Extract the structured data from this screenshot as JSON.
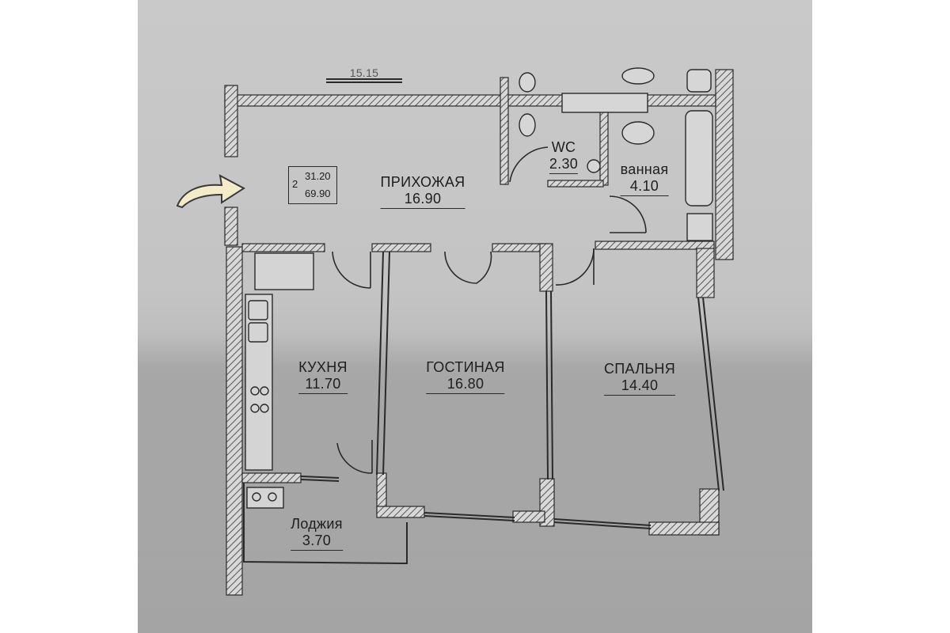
{
  "plan": {
    "summary": {
      "rooms": "2",
      "living_area": "31.20",
      "total_area": "69.90"
    },
    "rooms": [
      {
        "id": "hall",
        "name": "ПРИХОЖАЯ",
        "area": "16.90"
      },
      {
        "id": "wc",
        "name": "WC",
        "area": "2.30"
      },
      {
        "id": "bath",
        "name": "ванная",
        "area": "4.10"
      },
      {
        "id": "kitchen",
        "name": "КУХНЯ",
        "area": "11.70"
      },
      {
        "id": "living",
        "name": "ГОСТИНАЯ",
        "area": "16.80"
      },
      {
        "id": "bedroom",
        "name": "СПАЛЬНЯ",
        "area": "14.40"
      },
      {
        "id": "loggia",
        "name": "Лоджия",
        "area": "3.70"
      }
    ],
    "top_mark": "15.15"
  },
  "colors": {
    "paper": "#c6c6c6",
    "ink": "#1e1e1e",
    "wall_hatch": "#6e6e6e",
    "arrow": "#f3ecc8"
  }
}
